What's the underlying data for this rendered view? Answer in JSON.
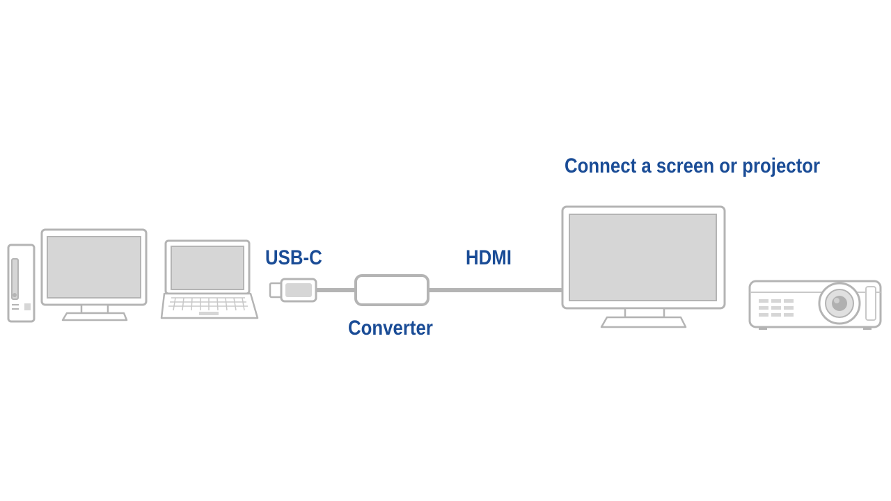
{
  "labels": {
    "title": "Connect a screen or projector",
    "usb_c": "USB-C",
    "hdmi": "HDMI",
    "converter": "Converter"
  },
  "colors": {
    "label_blue": "#1a4c96",
    "device_outline": "#b4b4b4",
    "screen_fill": "#d6d6d6",
    "background": "#ffffff"
  },
  "devices": {
    "sources": [
      "desktop-tower-icon",
      "desktop-monitor-icon",
      "laptop-icon"
    ],
    "adapter": [
      "usb-c-plug-icon",
      "converter-box-icon",
      "hdmi-cable"
    ],
    "outputs": [
      "external-monitor-icon",
      "projector-icon"
    ]
  }
}
